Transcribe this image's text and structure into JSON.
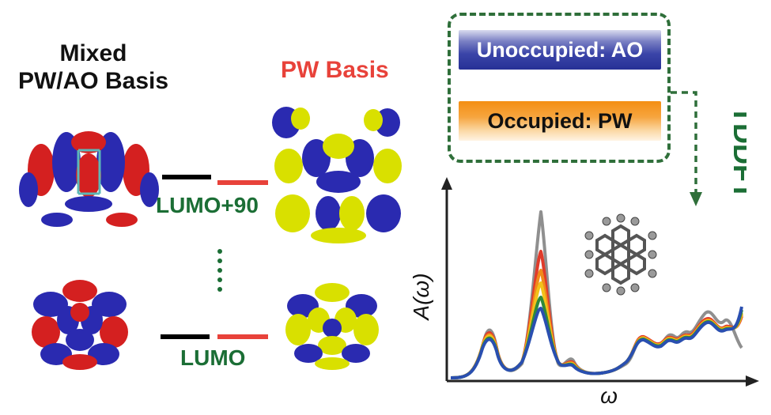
{
  "left_panel": {
    "title_line1": "Mixed",
    "title_line2": "PW/AO Basis",
    "pw_title": "PW Basis"
  },
  "levels": {
    "upper_label": "LUMO+90",
    "lower_label": "LUMO",
    "dots": "⋮"
  },
  "tddft_box": {
    "unoccupied_label": "Unoccupied: AO",
    "occupied_label": "Occupied: PW",
    "arrow_label": "TDDFT"
  },
  "spectrum": {
    "ylabel": "A(ω)",
    "xlabel": "ω"
  },
  "colors": {
    "red": "#e8423a",
    "green": "#1b6e35",
    "blue": "#2b3a9c",
    "orbital_red": "#d42020",
    "orbital_blue": "#2a2ab0",
    "orbital_yellow": "#d9e000"
  }
}
